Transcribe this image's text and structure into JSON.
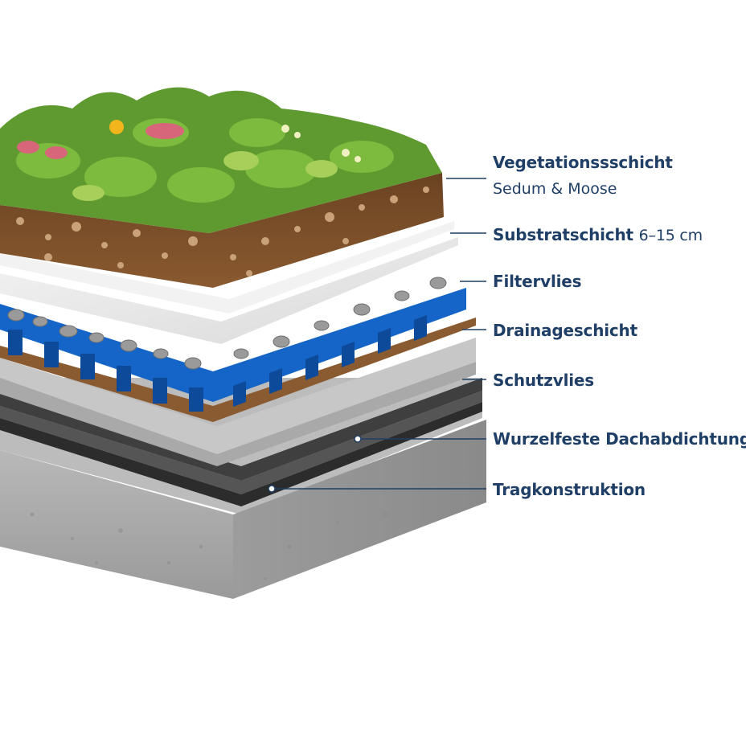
{
  "diagram": {
    "colors": {
      "label_text": "#1f3f66",
      "leader_line": "#1f3f66",
      "vegetation": "#5e9a2f",
      "substrate": "#7a4f2a",
      "filter_fleece": "#e6e6e6",
      "gravel": "#8f8f8f",
      "drainage_plastic": "#1565c8",
      "protection_fleece": "#bdbdbd",
      "membrane": "#3a3a3a",
      "concrete": "#a6a6a6"
    },
    "layers": [
      {
        "id": "vegetation",
        "label": "Vegetationssschicht",
        "sublabel": "Sedum & Moose"
      },
      {
        "id": "substrate",
        "label": "Substratschicht",
        "detail": "6–15 cm"
      },
      {
        "id": "filter",
        "label": "Filtervlies"
      },
      {
        "id": "drainage",
        "label": "Drainageschicht"
      },
      {
        "id": "protection",
        "label": "Schutzvlies"
      },
      {
        "id": "membrane",
        "label": "Wurzelfeste Dachabdichtung"
      },
      {
        "id": "structure",
        "label": "Tragkonstruktion"
      }
    ]
  }
}
